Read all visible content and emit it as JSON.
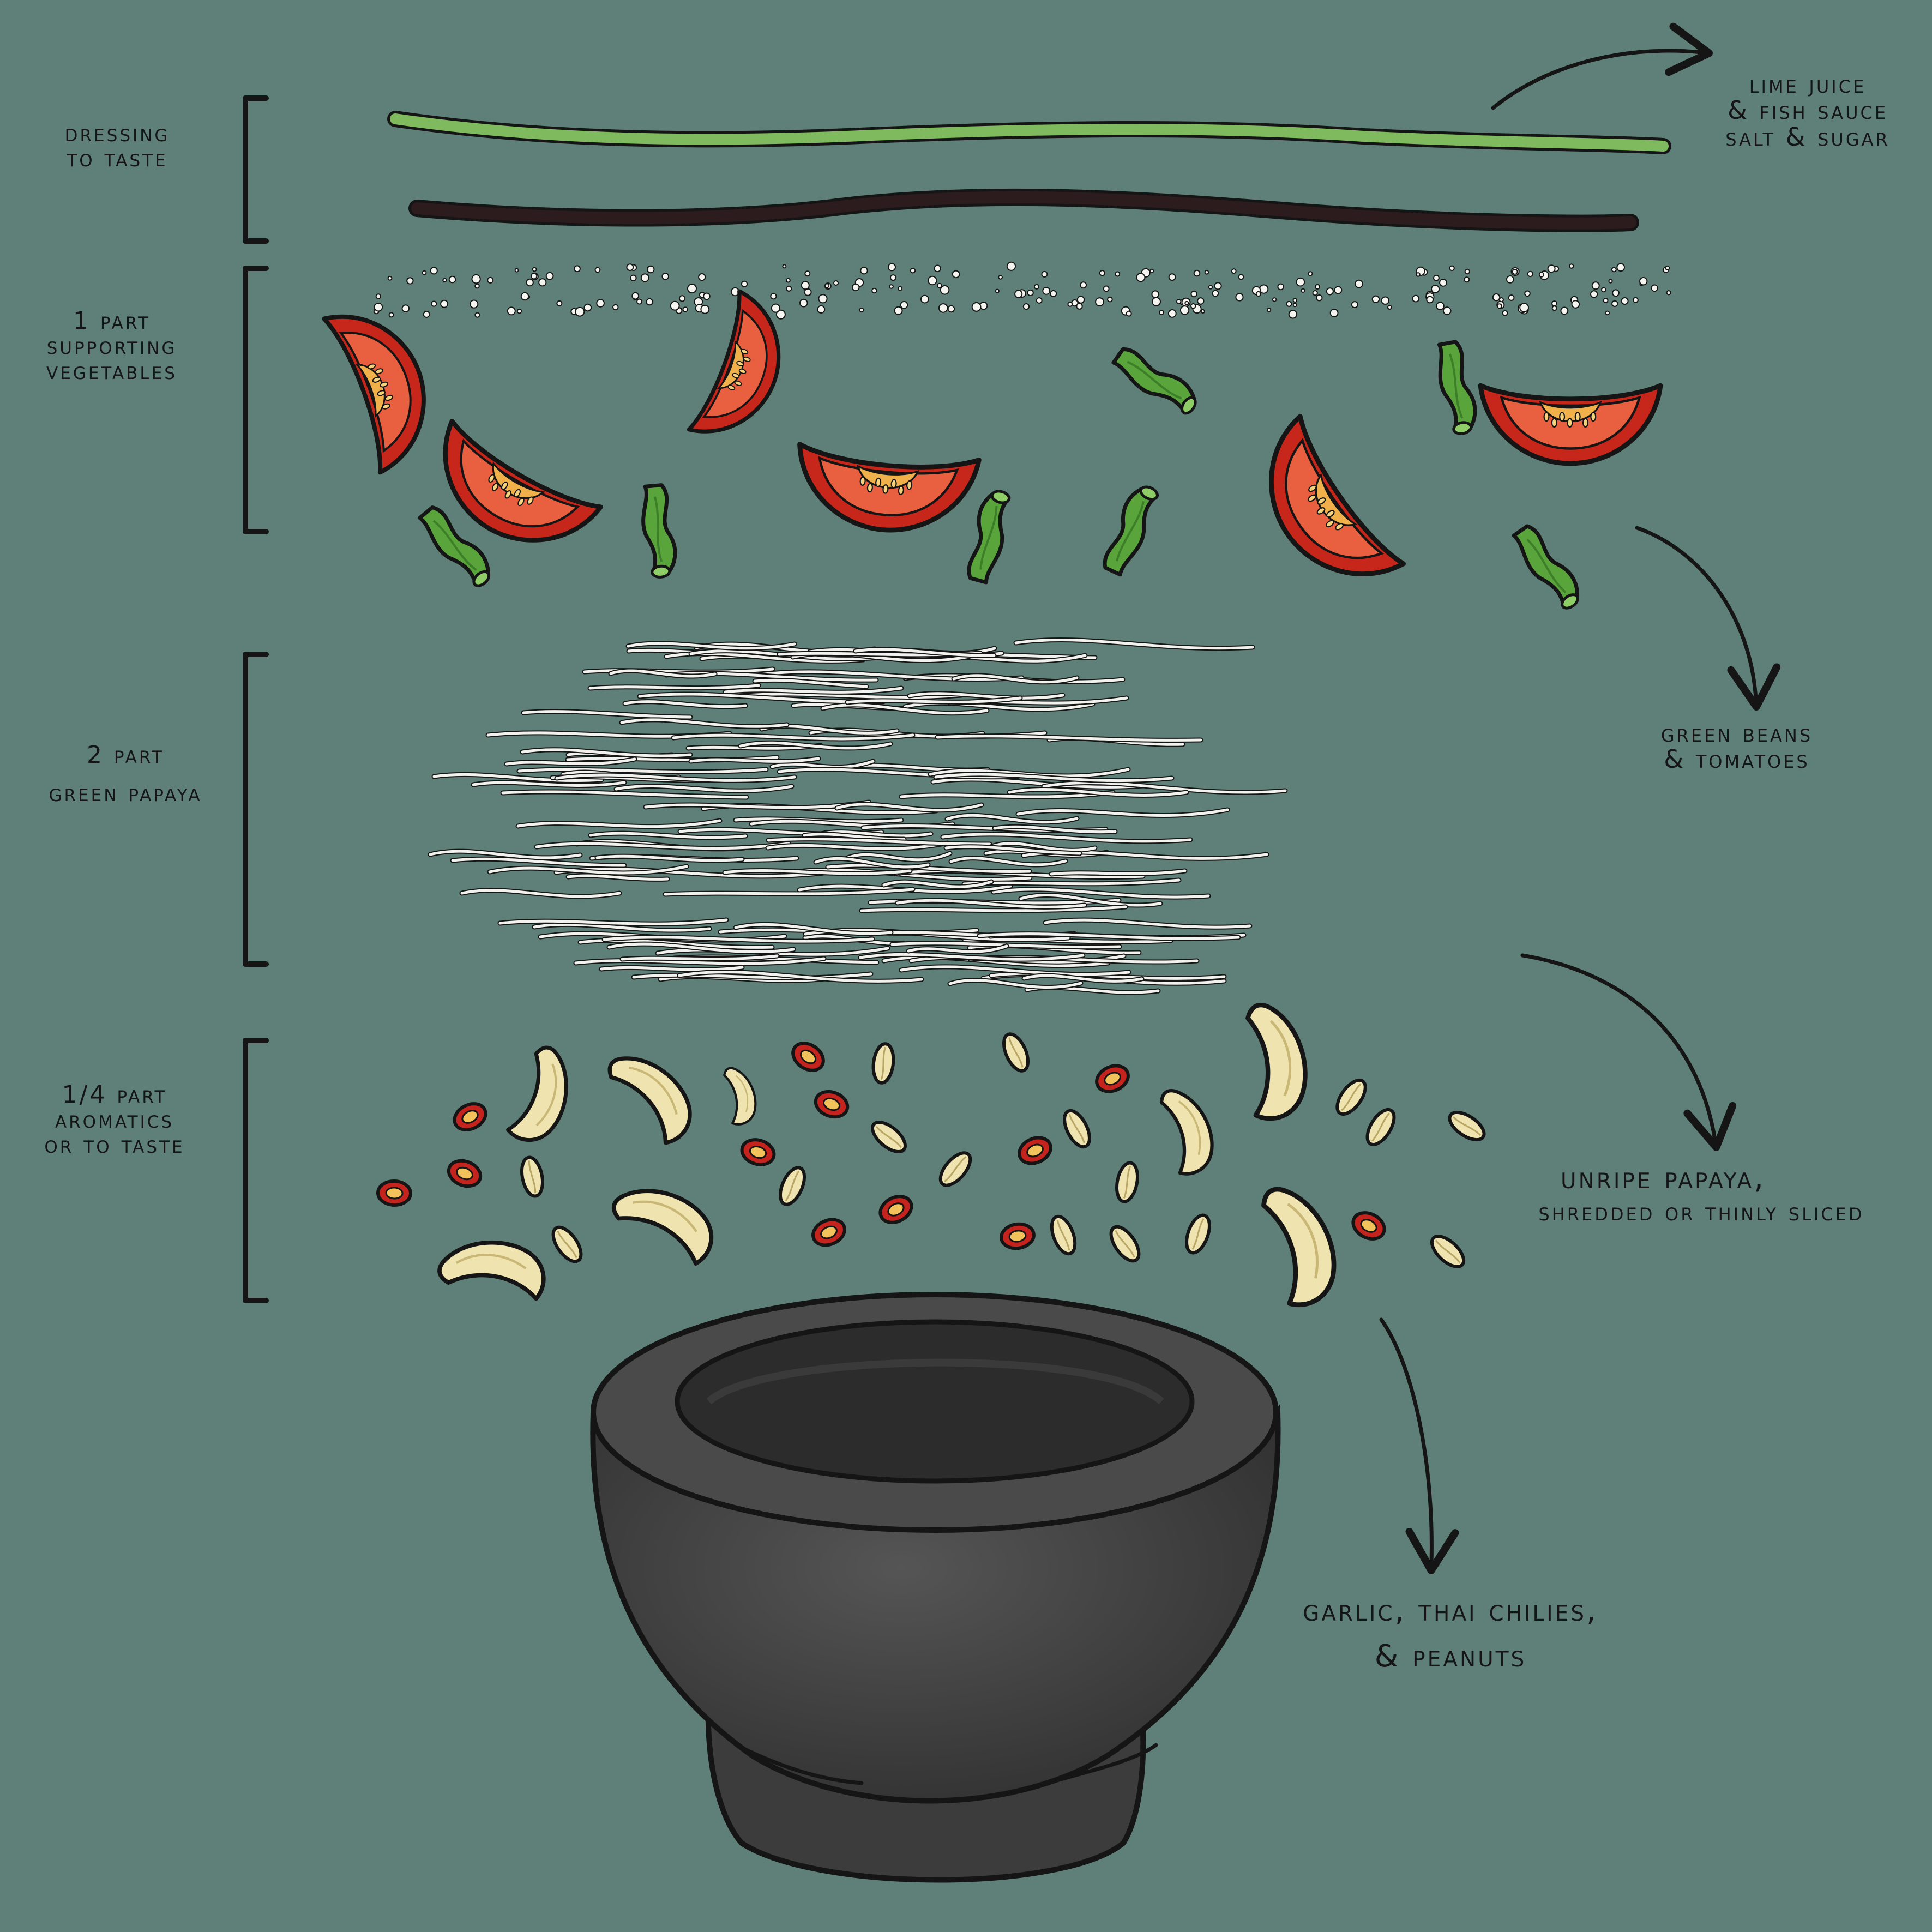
{
  "palette": {
    "background": "#5e8079",
    "ink": "#151515",
    "lime_stroke": "#7fba5f",
    "fish_sauce_stroke": "#2d1c1e",
    "tomato_skin": "#c7261a",
    "tomato_flesh": "#e8603f",
    "green_bean": "#5aa43c",
    "papaya_shred": "#f2f2ee",
    "garlic": "#efe3b0",
    "chili": "#c4241d",
    "mortar": "#444444"
  },
  "layers": [
    {
      "id": "dressing",
      "label": "Dressing\nto taste",
      "icon": "dressing-streaks-icon"
    },
    {
      "id": "vegetables",
      "label": "1 Part\nSupporting\nVegetables",
      "icon": "tomato-wedge-icon"
    },
    {
      "id": "papaya",
      "label": "2 Part\nGreen Papaya",
      "icon": "papaya-shreds-icon"
    },
    {
      "id": "aromatics",
      "label": "1/4 Part\nAromatics\nor to taste",
      "icon": "garlic-clove-icon"
    }
  ],
  "callouts": {
    "dressing": "Lime Juice\n& Fish Sauce\nSalt & Sugar",
    "vegetables": "Green Beans\n& Tomatoes",
    "papaya_title": "Unripe Papaya,",
    "papaya_sub": "shredded or thinly sliced",
    "aromatics": "Garlic, Thai chilies,\n& Peanuts"
  },
  "icons": {
    "mortar": "mortar-bowl-icon",
    "arrow": "arrow-icon",
    "chili": "chili-slice-icon",
    "peanut": "peanut-icon",
    "bean": "green-bean-icon"
  }
}
